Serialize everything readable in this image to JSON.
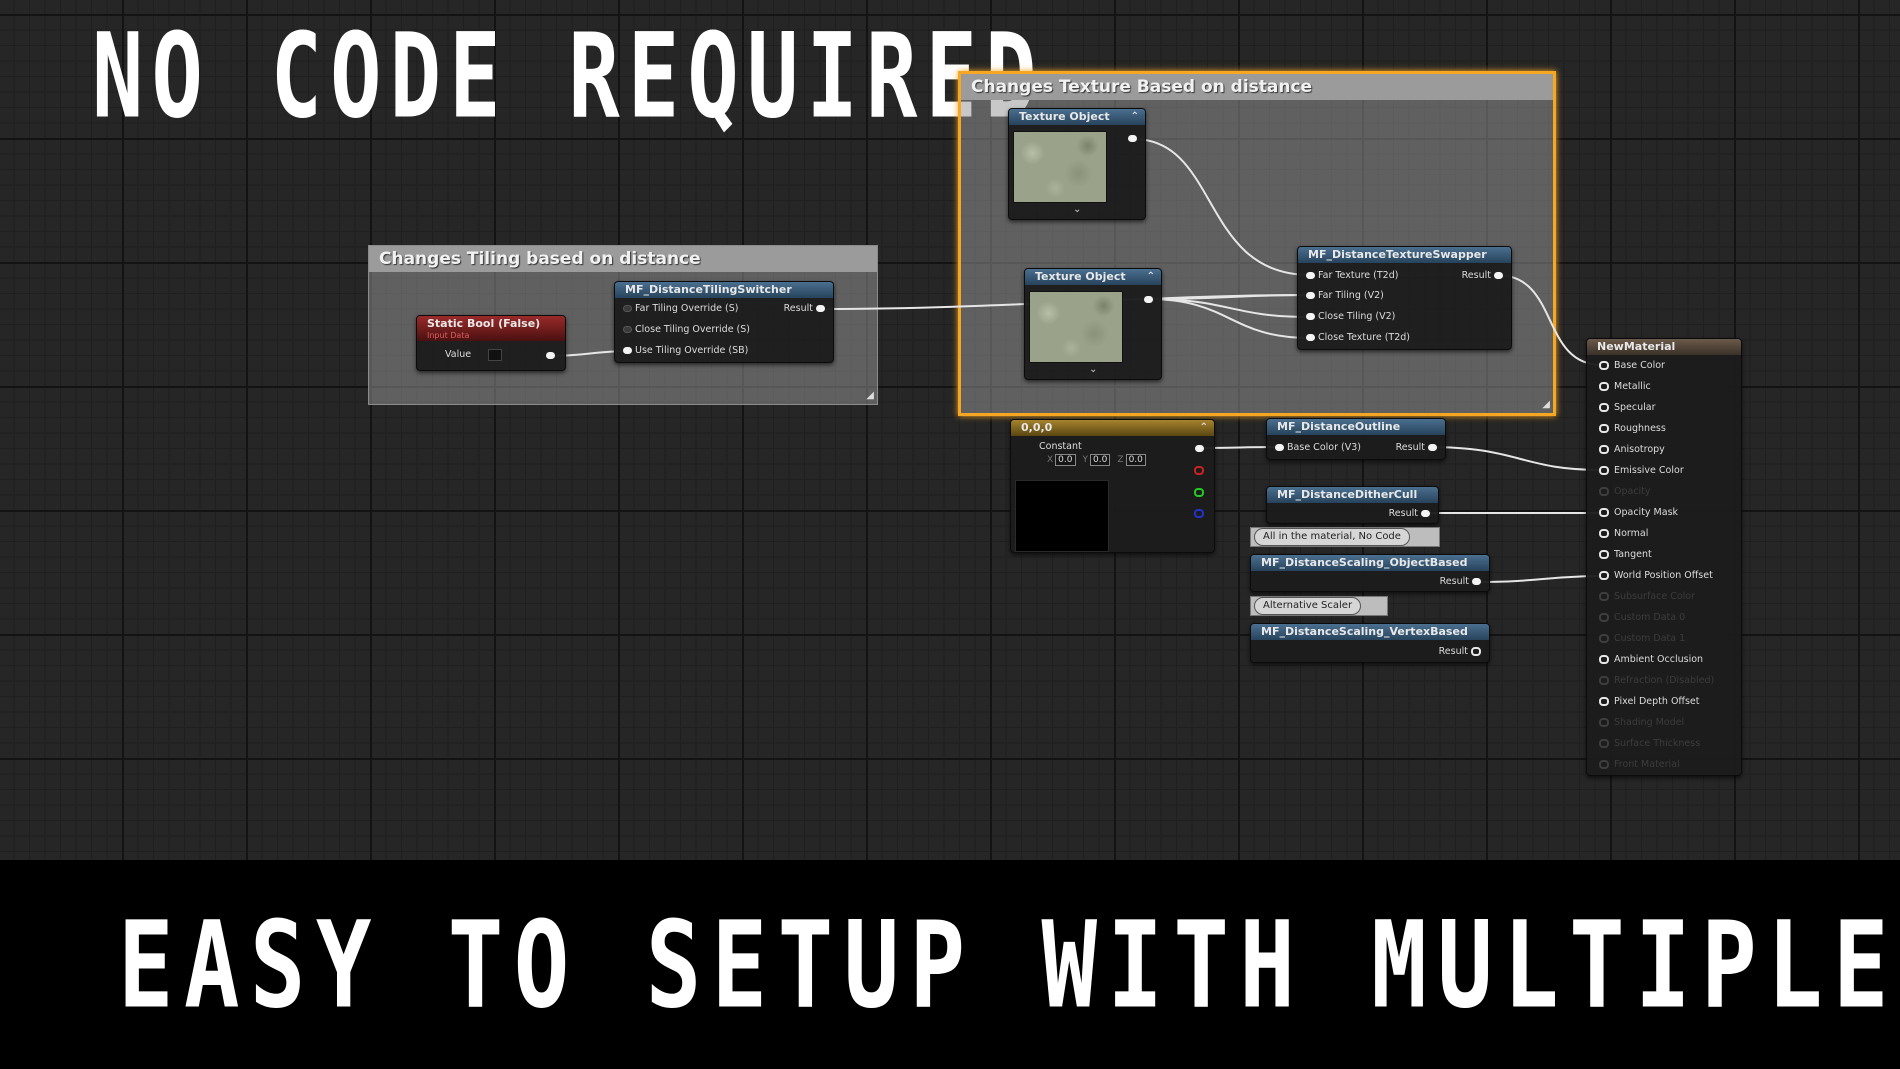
{
  "headlines": {
    "top": "NO CODE REQUIRED",
    "bottom": "EASY TO SETUP WITH MULTIPLE EFFECTS"
  },
  "comments": {
    "tiling": {
      "title": "Changes Tiling based on distance"
    },
    "texture": {
      "title": "Changes Texture Based on distance"
    }
  },
  "static_bool": {
    "title": "Static Bool (False)",
    "subtitle": "Input Data",
    "value_label": "Value"
  },
  "tiling_switcher": {
    "title": "MF_DistanceTilingSwitcher",
    "inputs": [
      "Far Tiling Override (S)",
      "Close Tiling Override (S)",
      "Use Tiling Override (SB)"
    ],
    "output": "Result"
  },
  "texture_object_1": {
    "title": "Texture Object"
  },
  "texture_object_2": {
    "title": "Texture Object"
  },
  "texture_swapper": {
    "title": "MF_DistanceTextureSwapper",
    "inputs": [
      "Far Texture (T2d)",
      "Far Tiling (V2)",
      "Close Tiling (V2)",
      "Close Texture (T2d)"
    ],
    "output": "Result"
  },
  "constant_node": {
    "title": "0,0,0",
    "label": "Constant",
    "x_label": "X",
    "y_label": "Y",
    "z_label": "Z",
    "x": "0.0",
    "y": "0.0",
    "z": "0.0"
  },
  "outline": {
    "title": "MF_DistanceOutline",
    "input": "Base Color (V3)",
    "output": "Result"
  },
  "dither": {
    "title": "MF_DistanceDitherCull",
    "output": "Result"
  },
  "bubble_1": "All in the material, No Code",
  "scaling_object": {
    "title": "MF_DistanceScaling_ObjectBased",
    "output": "Result"
  },
  "bubble_2": "Alternative Scaler",
  "scaling_vertex": {
    "title": "MF_DistanceScaling_VertexBased",
    "output": "Result"
  },
  "material": {
    "title": "NewMaterial",
    "pins": [
      {
        "label": "Base Color",
        "active": true
      },
      {
        "label": "Metallic",
        "active": true
      },
      {
        "label": "Specular",
        "active": true
      },
      {
        "label": "Roughness",
        "active": true
      },
      {
        "label": "Anisotropy",
        "active": true
      },
      {
        "label": "Emissive Color",
        "active": true
      },
      {
        "label": "Opacity",
        "active": false
      },
      {
        "label": "Opacity Mask",
        "active": true
      },
      {
        "label": "Normal",
        "active": true
      },
      {
        "label": "Tangent",
        "active": true
      },
      {
        "label": "World Position Offset",
        "active": true
      },
      {
        "label": "Subsurface Color",
        "active": false
      },
      {
        "label": "Custom Data 0",
        "active": false
      },
      {
        "label": "Custom Data 1",
        "active": false
      },
      {
        "label": "Ambient Occlusion",
        "active": true
      },
      {
        "label": "Refraction (Disabled)",
        "active": false
      },
      {
        "label": "Pixel Depth Offset",
        "active": true
      },
      {
        "label": "Shading Model",
        "active": false
      },
      {
        "label": "Surface Thickness",
        "active": false
      },
      {
        "label": "Front Material",
        "active": false
      }
    ]
  },
  "colors": {
    "selection": "#f5a623",
    "wire": "#e6e6e6",
    "graph_bg": "#262626"
  }
}
